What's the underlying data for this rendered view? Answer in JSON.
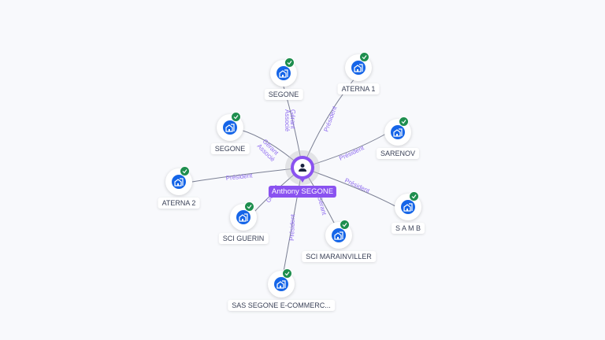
{
  "center": {
    "name": "Anthony SEGONE",
    "icon": "person-icon"
  },
  "nodes": [
    {
      "name": "SEGONE",
      "icon": "company-icon",
      "verified": true
    },
    {
      "name": "ATERNA 1",
      "icon": "company-icon",
      "verified": true
    },
    {
      "name": "SEGONE",
      "icon": "company-icon",
      "verified": true
    },
    {
      "name": "SARENOV",
      "icon": "company-icon",
      "verified": true
    },
    {
      "name": "ATERNA 2",
      "icon": "company-icon",
      "verified": true
    },
    {
      "name": "S A M B",
      "icon": "company-icon",
      "verified": true
    },
    {
      "name": "SCI GUERIN",
      "icon": "company-icon",
      "verified": true
    },
    {
      "name": "SCI MARAINVILLER",
      "icon": "company-icon",
      "verified": true
    },
    {
      "name": "SAS SEGONE E-COMMERC...",
      "icon": "company-icon",
      "verified": true
    }
  ],
  "edges": [
    {
      "to": "SEGONE",
      "roles": [
        "Gérant",
        "Associé"
      ]
    },
    {
      "to": "ATERNA 1",
      "roles": [
        "Président"
      ]
    },
    {
      "to": "SEGONE",
      "roles": [
        "Gérant",
        "Associé"
      ]
    },
    {
      "to": "SARENOV",
      "roles": [
        "Président"
      ]
    },
    {
      "to": "ATERNA 2",
      "roles": [
        "Président"
      ]
    },
    {
      "to": "S A M B",
      "roles": [
        "Président"
      ]
    },
    {
      "to": "SCI GUERIN",
      "roles": [
        "Gérant"
      ]
    },
    {
      "to": "SCI MARAINVILLER",
      "roles": [
        "Gérant"
      ]
    },
    {
      "to": "SAS SEGONE E-COMMERC...",
      "roles": [
        "Président"
      ]
    }
  ],
  "colors": {
    "accent": "#8a52f0",
    "node": "#1565e8",
    "verified": "#1e8e4e"
  }
}
